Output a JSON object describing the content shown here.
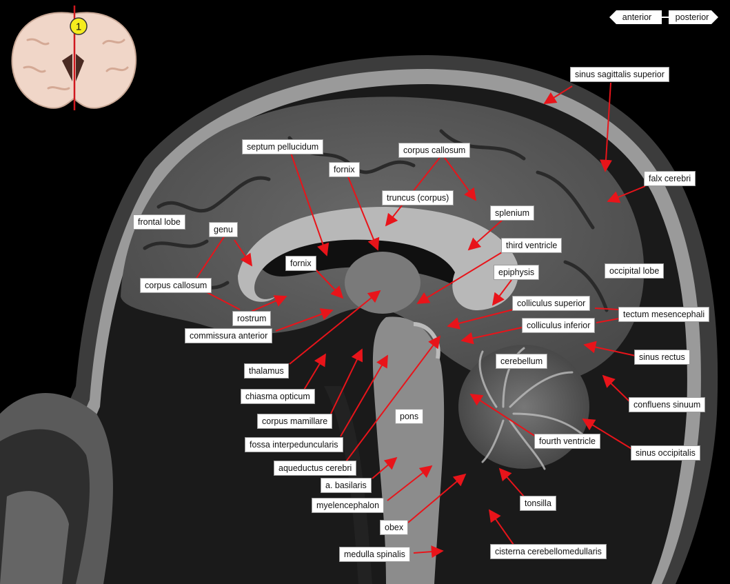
{
  "orientation": {
    "anterior": "anterior",
    "posterior": "posterior"
  },
  "thumbnail": {
    "slice_number": "1"
  },
  "colors": {
    "arrow": "#e8141a",
    "label_bg": "#ffffff",
    "marker": "#f5ec1e"
  },
  "labels": {
    "sinus_sagittalis_superior": "sinus sagittalis superior",
    "falx_cerebri": "falx cerebri",
    "septum_pellucidum": "septum pellucidum",
    "corpus_callosum_top": "corpus callosum",
    "fornix_top": "fornix",
    "truncus": "truncus (corpus)",
    "splenium": "splenium",
    "frontal_lobe": "frontal lobe",
    "genu": "genu",
    "third_ventricle": "third ventricle",
    "fornix_mid": "fornix",
    "epiphysis": "epiphysis",
    "occipital_lobe": "occipital lobe",
    "corpus_callosum_left": "corpus callosum",
    "colliculus_superior": "colliculus superior",
    "tectum_mesencephali": "tectum mesencephali",
    "rostrum": "rostrum",
    "colliculus_inferior": "colliculus inferior",
    "commissura_anterior": "commissura anterior",
    "cerebellum": "cerebellum",
    "sinus_rectus": "sinus rectus",
    "thalamus": "thalamus",
    "chiasma_opticum": "chiasma opticum",
    "confluens_sinuum": "confluens sinuum",
    "pons": "pons",
    "corpus_mamillare": "corpus mamillare",
    "fossa_interpeduncularis": "fossa interpeduncularis",
    "fourth_ventricle": "fourth ventricle",
    "sinus_occipitalis": "sinus occipitalis",
    "aqueductus_cerebri": "aqueductus cerebri",
    "a_basilaris": "a. basilaris",
    "tonsilla": "tonsilla",
    "myelencephalon": "myelencephalon",
    "obex": "obex",
    "medulla_spinalis": "medulla spinalis",
    "cisterna_cerebellomedullaris": "cisterna cerebellomedullaris"
  }
}
